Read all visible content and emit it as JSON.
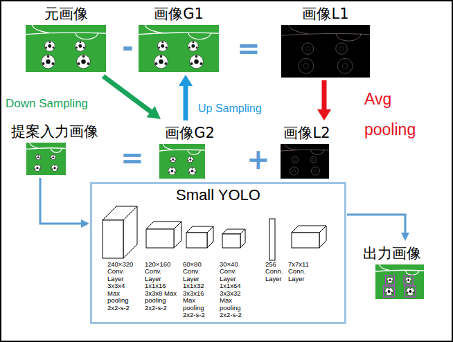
{
  "diagram": {
    "nodes": [
      {
        "text": [
          "元画像"
        ]
      },
      {
        "text": [
          "画像G1"
        ]
      },
      {
        "text": [
          "画像L1"
        ]
      },
      {
        "text": [
          "提案入力画像"
        ]
      },
      {
        "text": [
          "画像G2"
        ]
      },
      {
        "text": [
          "画像L2"
        ]
      },
      {
        "text": [
          "Small YOLO"
        ]
      },
      {
        "text": [
          "240×320 Conv. Layer 3x3x4 Max pooling 2x2-s-2"
        ],
        "in": 6
      },
      {
        "text": [
          "120×160 Conv. Layer 1x1x16 3x3x8 Max pooling 2x2-s-2"
        ],
        "in": 6
      },
      {
        "text": [
          "60×80 Conv. Layer 1x1x32 3x3x16 Max pooling 2x2-s-2"
        ],
        "in": 6
      },
      {
        "text": [
          "30×40 Conv. Layer 1x1x64 3x3x32 Max pooling 2x2-s-2"
        ],
        "in": 6
      },
      {
        "text": [
          "256 Conn. Layer"
        ],
        "in": 6
      },
      {
        "text": [
          "7x7x11 Conn. Layer"
        ],
        "in": 6
      },
      {
        "text": [
          "出力画像"
        ]
      }
    ],
    "edges": [
      {
        "from": 0,
        "to": 4,
        "label": "Down Sampling",
        "arrow": "to"
      },
      {
        "from": 4,
        "to": 1,
        "label": "Up Sampling",
        "arrow": "to"
      },
      {
        "from": 2,
        "to": 5,
        "label": "Avg pooling",
        "arrow": "to"
      },
      {
        "from": 3,
        "to": 6,
        "arrow": "to"
      },
      {
        "from": 6,
        "to": 13,
        "arrow": "to"
      }
    ],
    "labels": [
      "-",
      "=",
      "=",
      "+"
    ]
  }
}
